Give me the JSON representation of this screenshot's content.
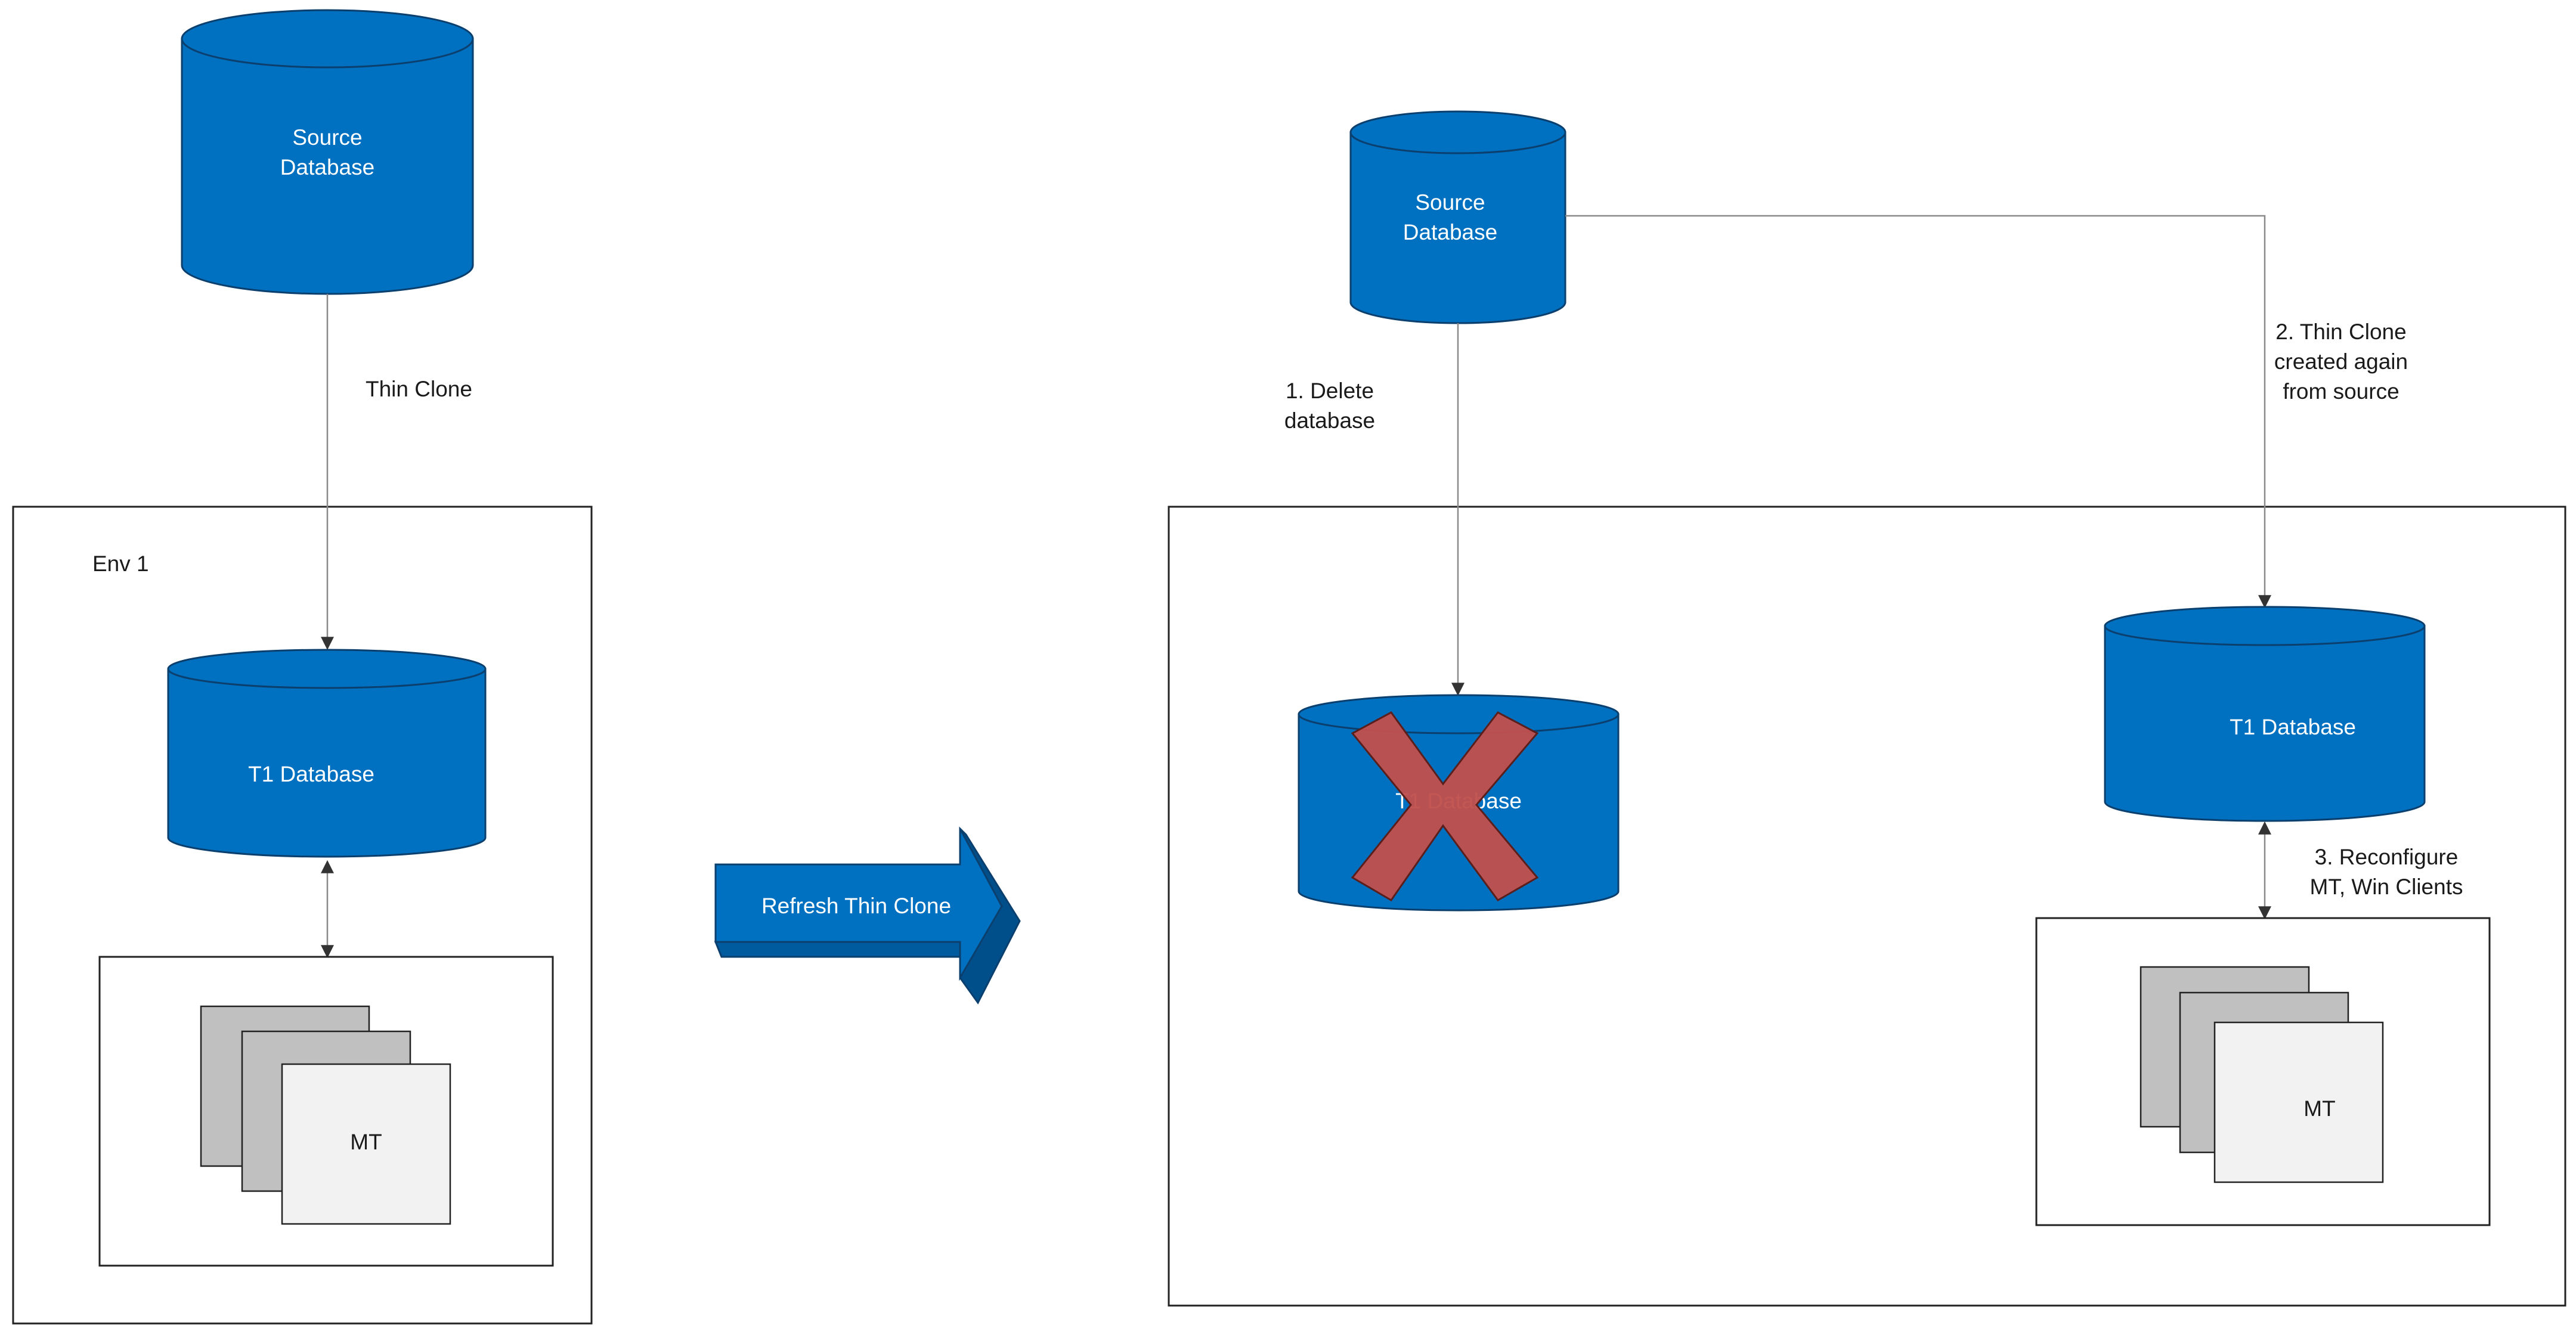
{
  "left": {
    "source_db": [
      "Source",
      "Database"
    ],
    "thin_clone_label": "Thin Clone",
    "env_label": "Env 1",
    "t1_db": "T1 Database",
    "mt_label": "MT"
  },
  "arrow": {
    "label": "Refresh Thin Clone"
  },
  "right": {
    "source_db": [
      "Source",
      "Database"
    ],
    "step1": [
      "1. Delete",
      "database"
    ],
    "step2": [
      "2. Thin Clone",
      "created again",
      "from source"
    ],
    "deleted_db": "T1 Database",
    "new_db": "T1 Database",
    "step3": [
      "3. Reconfigure",
      "MT, Win Clients"
    ],
    "mt_label": "MT"
  },
  "colors": {
    "db_fill": "#0070C0",
    "arrow_fill": "#0070C0",
    "delete_mark": "#C0504D",
    "card_gray": "#C0C0C0",
    "card_light": "#F2F2F2"
  }
}
